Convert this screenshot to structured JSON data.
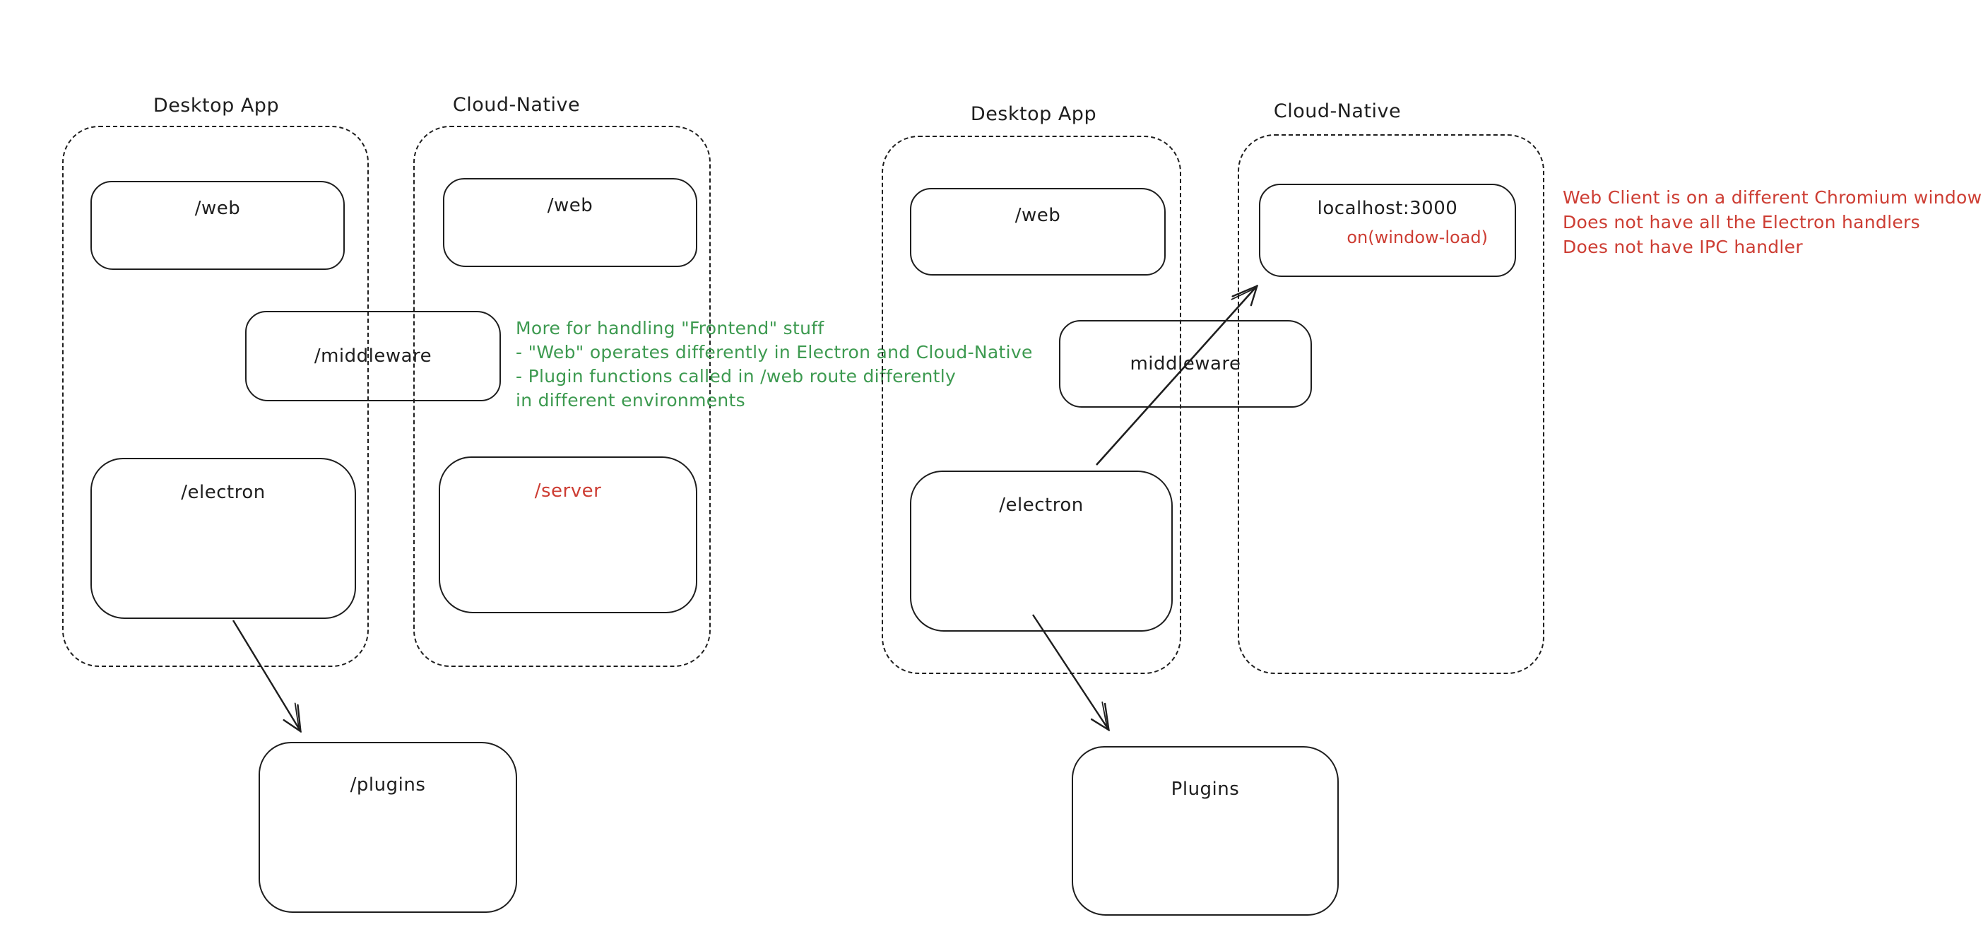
{
  "colors": {
    "ink": "#1e1e1e",
    "green": "#3d9a50",
    "red": "#cd3d33",
    "background": "#ffffff"
  },
  "left_diagram": {
    "desktop_app": {
      "title": "Desktop App",
      "web_label": "/web",
      "electron_label": "/electron"
    },
    "cloud_native": {
      "title": "Cloud-Native",
      "web_label": "/web",
      "server_label": "/server"
    },
    "middleware_label": "/middleware",
    "plugins_label": "/plugins",
    "green_note": {
      "line1": "More for handling \"Frontend\" stuff",
      "line2": "- \"Web\" operates differently in Electron and Cloud-Native",
      "line3": "- Plugin functions called in /web route differently",
      "line4": "in different environments"
    }
  },
  "right_diagram": {
    "desktop_app": {
      "title": "Desktop App",
      "web_label": "/web",
      "electron_label": "/electron"
    },
    "cloud_native": {
      "title": "Cloud-Native",
      "localhost_label": "localhost:3000",
      "window_load_label": "on(window-load)"
    },
    "middleware_label": "middleware",
    "plugins_label": "Plugins",
    "red_note": {
      "line1": "Web Client is on a different Chromium window",
      "line2": "Does not have all the Electron handlers",
      "line3": "Does not have IPC handler"
    }
  }
}
